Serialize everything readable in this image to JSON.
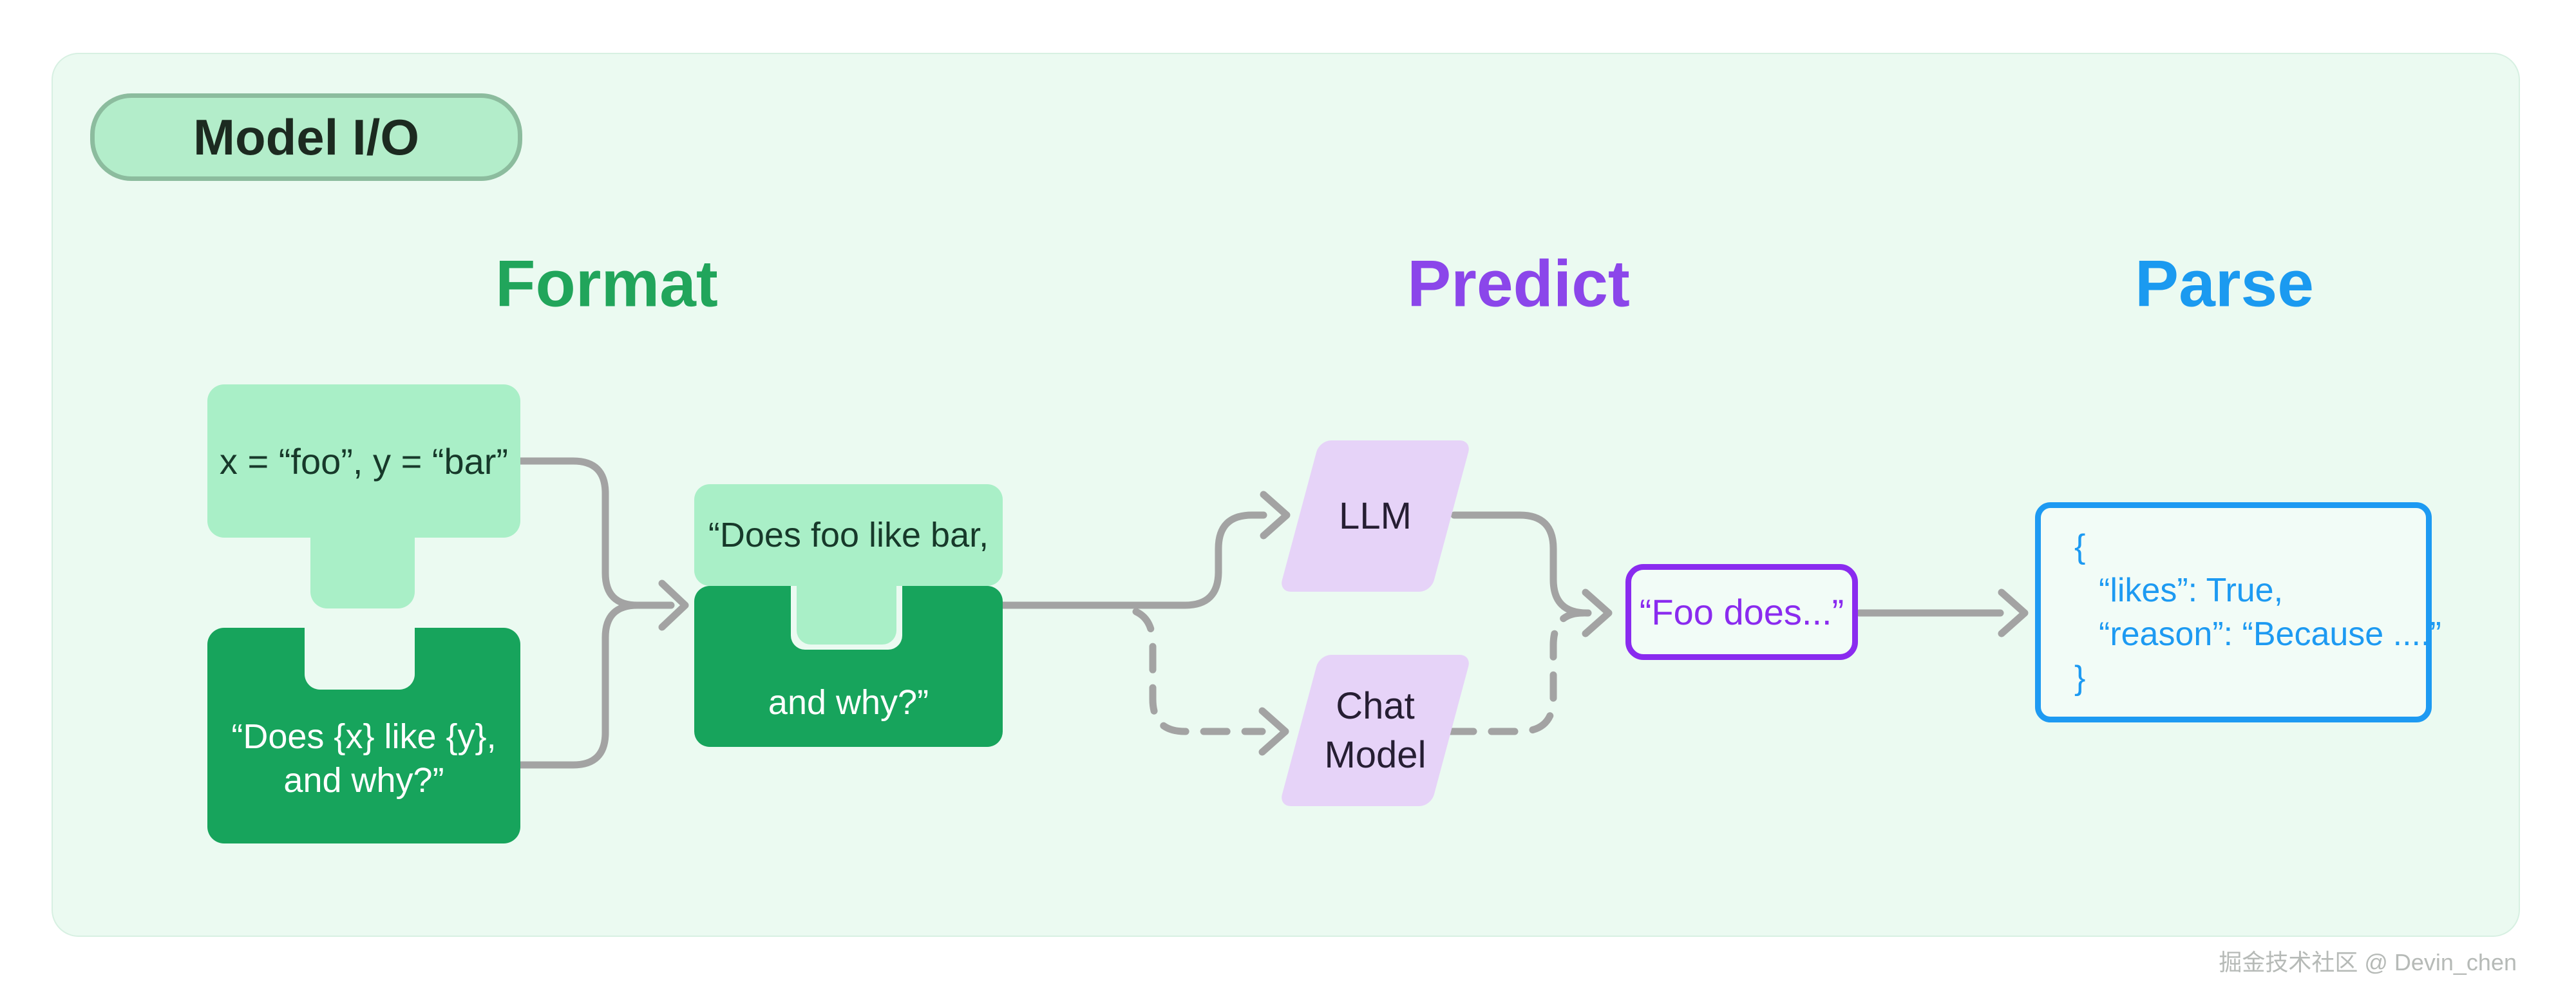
{
  "badge": {
    "label": "Model I/O",
    "fill": "#b3edca",
    "border": "#8cbc9e"
  },
  "headings": {
    "format": {
      "label": "Format",
      "color": "#21a55b"
    },
    "predict": {
      "label": "Predict",
      "color": "#8b46ea"
    },
    "parse": {
      "label": "Parse",
      "color": "#1b9af0"
    }
  },
  "format_stage": {
    "input_piece": {
      "text": "x = “foo”, y = “bar”",
      "fill": "#a9efc7"
    },
    "template_piece": {
      "line1": "“Does {x} like {y},",
      "line2": "and why?”",
      "fill": "#17a45c"
    },
    "formatted_piece": {
      "top_text": "“Does foo like bar,",
      "bottom_text": "and why?”"
    }
  },
  "predict_stage": {
    "llm": {
      "label": "LLM",
      "fill": "#e6d3f8"
    },
    "chat_model": {
      "line1": "Chat",
      "line2": "Model",
      "fill": "#e6d3f8"
    },
    "output": {
      "text": "“Foo does...”",
      "border": "#8a2bef"
    }
  },
  "parse_stage": {
    "result": {
      "lines": [
        "{",
        "“likes”: True,",
        "“reason”: “Because ....”",
        "}"
      ],
      "color": "#1d9af2"
    }
  },
  "connectors": {
    "color": "#a3a3a3"
  },
  "watermark": "掘金技术社区 @ Devin_chen"
}
